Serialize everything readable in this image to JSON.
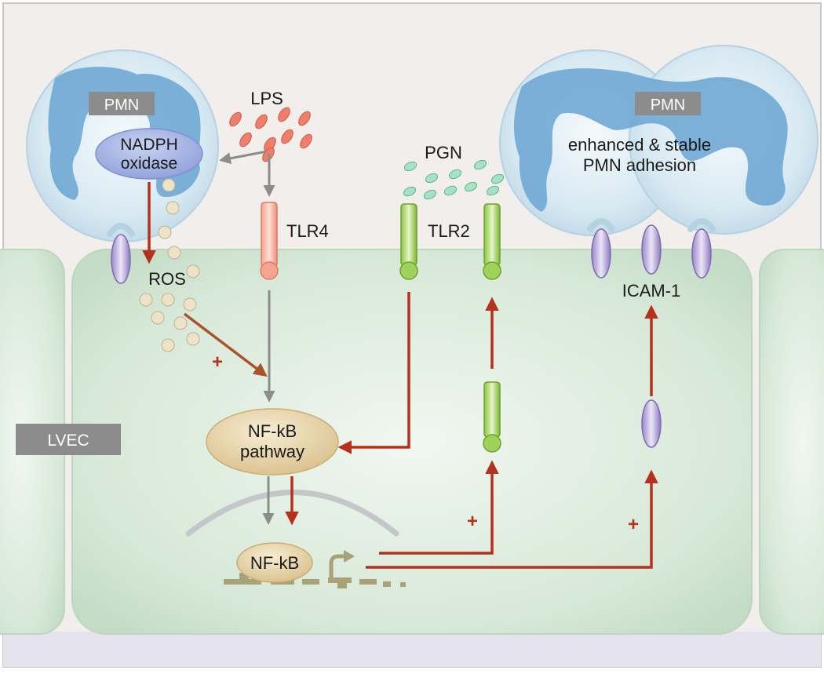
{
  "labels": {
    "pmn_left": "PMN",
    "pmn_right": "PMN",
    "lps": "LPS",
    "pgn": "PGN",
    "nadph_line1": "NADPH",
    "nadph_line2": "oxidase",
    "tlr4": "TLR4",
    "tlr2": "TLR2",
    "ros": "ROS",
    "icam1": "ICAM-1",
    "adhesion_line1": "enhanced & stable",
    "adhesion_line2": "PMN adhesion",
    "nfkb_pathway_line1": "NF-kB",
    "nfkb_pathway_line2": "pathway",
    "nfkb": "NF-kB",
    "lvec": "LVEC",
    "plus_ros": "+",
    "plus_tlr2": "+",
    "plus_icam": "+"
  },
  "colors": {
    "activation_arrow": "#b5311b",
    "ros_arrow": "#a9532a",
    "neutral_arrow": "#8c8c8c",
    "cytoplasm": "#d3e5d5",
    "pmn_body": "#cfe3ee",
    "pmn_nucleus": "#6fa9d4",
    "tag_bg": "#8c8c8c"
  },
  "icons": [
    "lps-particle",
    "pgn-particle",
    "ros-particle",
    "tlr4-receptor",
    "tlr2-receptor",
    "icam1-molecule",
    "transcription-start-arrow"
  ]
}
